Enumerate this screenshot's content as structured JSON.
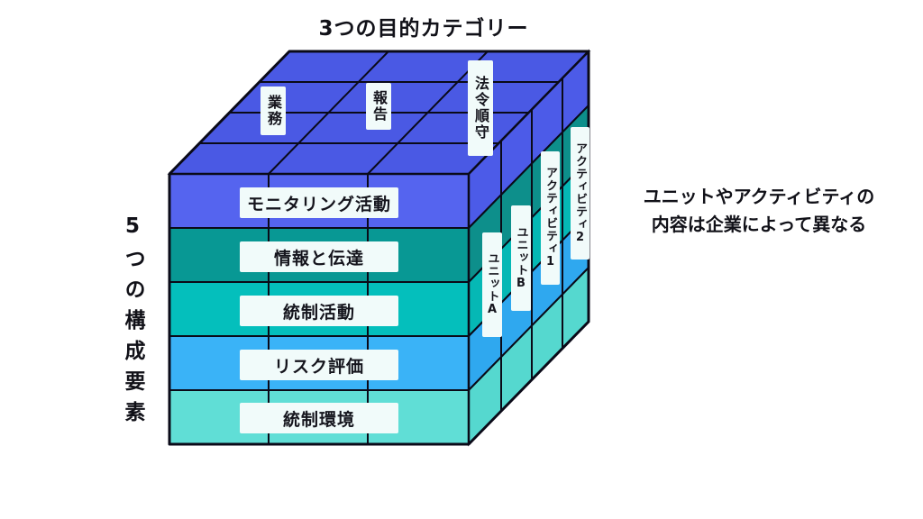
{
  "title": "3つの目的カテゴリー",
  "left_axis_label": "5つの構成要素",
  "annotation": {
    "line1": "ユニットやアクティビティの",
    "line2": "内容は企業によって異なる"
  },
  "top_labels": [
    {
      "text": "業務"
    },
    {
      "text": "報告"
    },
    {
      "text": "法令順守"
    }
  ],
  "front_rows": [
    {
      "label": "モニタリング活動",
      "color": "#5564EF",
      "side_color": "#4C5BE8"
    },
    {
      "label": "情報と伝達",
      "color": "#089894",
      "side_color": "#0D8F8B"
    },
    {
      "label": "統制活動",
      "color": "#04BFBC",
      "side_color": "#05B8B5"
    },
    {
      "label": "リスク評価",
      "color": "#3AB3F7",
      "side_color": "#2FA8EF"
    },
    {
      "label": "統制環境",
      "color": "#60DED6",
      "side_color": "#55D8CF"
    }
  ],
  "side_columns": [
    {
      "label": "ユニットA"
    },
    {
      "label": "ユニットB"
    },
    {
      "label": "アクティビティ1"
    },
    {
      "label": "アクティビティ2"
    }
  ],
  "top_face_color": "#4A59E4",
  "line_color": "#0a0a18"
}
